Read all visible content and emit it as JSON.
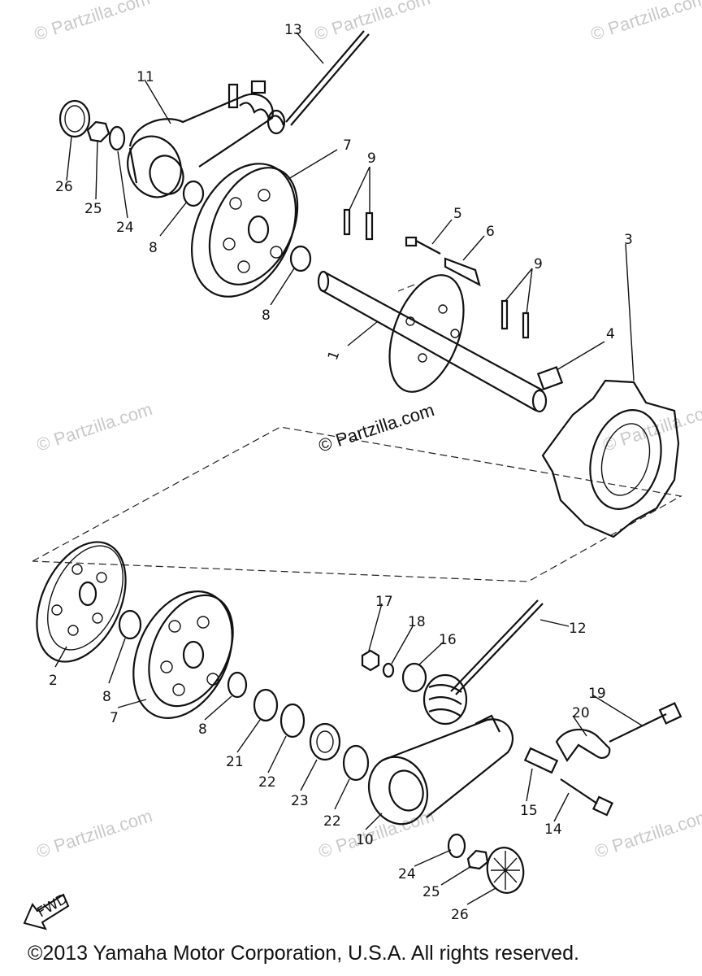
{
  "watermark": "© Partzilla.com",
  "copyright": "©2013 Yamaha Motor Corporation, U.S.A. All rights reserved.",
  "fwd_label": "FWD",
  "callouts": [
    "1",
    "2",
    "3",
    "4",
    "5",
    "6",
    "7",
    "7",
    "8",
    "8",
    "8",
    "8",
    "9",
    "9",
    "10",
    "11",
    "12",
    "13",
    "14",
    "15",
    "16",
    "17",
    "18",
    "19",
    "20",
    "21",
    "22",
    "22",
    "23",
    "24",
    "24",
    "25",
    "25",
    "26",
    "26"
  ]
}
